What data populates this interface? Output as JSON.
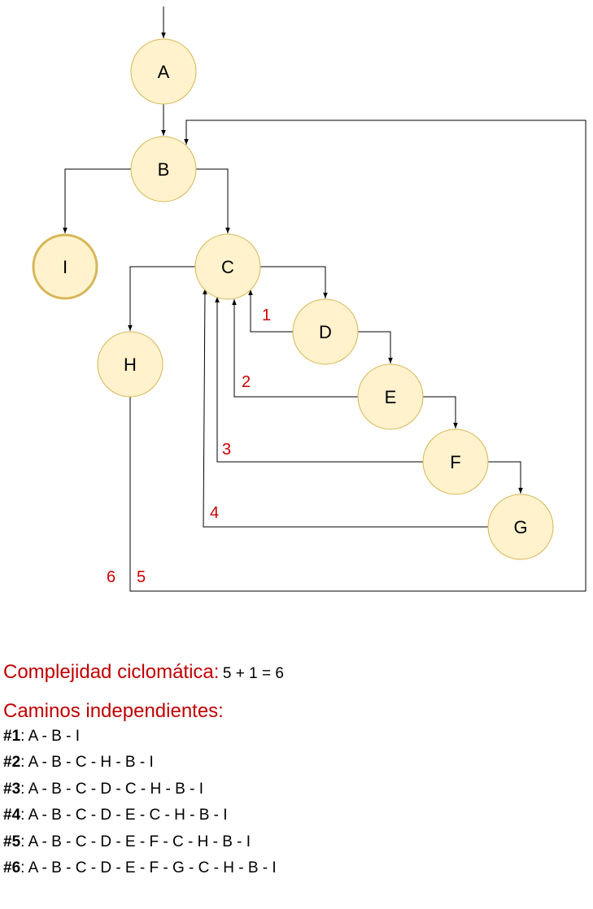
{
  "diagram": {
    "nodes": [
      {
        "id": "A",
        "label": "A"
      },
      {
        "id": "B",
        "label": "B"
      },
      {
        "id": "I",
        "label": "I"
      },
      {
        "id": "C",
        "label": "C"
      },
      {
        "id": "D",
        "label": "D"
      },
      {
        "id": "E",
        "label": "E"
      },
      {
        "id": "F",
        "label": "F"
      },
      {
        "id": "G",
        "label": "G"
      },
      {
        "id": "H",
        "label": "H"
      }
    ],
    "edges": [
      {
        "from": "",
        "to": "A"
      },
      {
        "from": "A",
        "to": "B"
      },
      {
        "from": "B",
        "to": "I"
      },
      {
        "from": "B",
        "to": "C"
      },
      {
        "from": "C",
        "to": "H"
      },
      {
        "from": "C",
        "to": "D"
      },
      {
        "from": "D",
        "to": "E"
      },
      {
        "from": "E",
        "to": "F"
      },
      {
        "from": "F",
        "to": "G"
      },
      {
        "from": "D",
        "to": "C",
        "label": "1"
      },
      {
        "from": "E",
        "to": "C",
        "label": "2"
      },
      {
        "from": "F",
        "to": "C",
        "label": "3"
      },
      {
        "from": "G",
        "to": "C",
        "label": "4"
      },
      {
        "from": "H",
        "to": "B",
        "label": "5"
      }
    ],
    "extra_labels": [
      "6"
    ],
    "colors": {
      "node_fill": "#fff2cc",
      "node_stroke": "#d6b656",
      "label_red": "#cc0000"
    }
  },
  "complexity": {
    "label": "Complejidad ciclomática:",
    "value": "5 + 1 = 6"
  },
  "paths": {
    "heading": "Caminos independientes:",
    "items": [
      {
        "id": "#1",
        "path": "A - B - I"
      },
      {
        "id": "#2",
        "path": "A - B - C - H - B - I"
      },
      {
        "id": "#3",
        "path": "A - B - C - D - C - H - B - I"
      },
      {
        "id": "#4",
        "path": "A - B - C - D - E - C - H - B - I"
      },
      {
        "id": "#5",
        "path": "A - B - C - D - E - F - C - H - B - I"
      },
      {
        "id": "#6",
        "path": "A - B - C - D - E - F - G - C - H - B - I"
      }
    ]
  }
}
